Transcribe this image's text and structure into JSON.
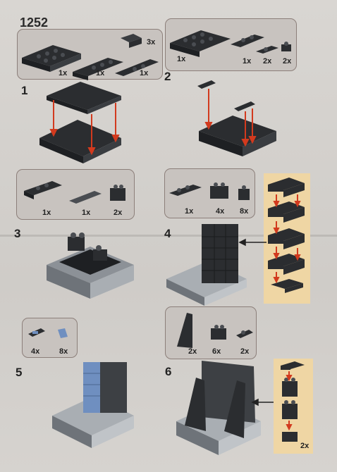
{
  "set_number": "1252",
  "steps": [
    {
      "number": "1",
      "parts": [
        {
          "qty": "3x"
        },
        {
          "qty": "1x"
        },
        {
          "qty": "1x"
        },
        {
          "qty": "1x"
        }
      ]
    },
    {
      "number": "2",
      "parts": [
        {
          "qty": "1x"
        },
        {
          "qty": "1x"
        },
        {
          "qty": "2x"
        },
        {
          "qty": "2x"
        }
      ]
    },
    {
      "number": "3",
      "parts": [
        {
          "qty": "1x"
        },
        {
          "qty": "1x"
        },
        {
          "qty": "2x"
        }
      ]
    },
    {
      "number": "4",
      "parts": [
        {
          "qty": "1x"
        },
        {
          "qty": "4x"
        },
        {
          "qty": "8x"
        }
      ]
    },
    {
      "number": "5",
      "parts": [
        {
          "qty": "4x"
        },
        {
          "qty": "8x"
        }
      ]
    },
    {
      "number": "6",
      "parts": [
        {
          "qty": "2x"
        },
        {
          "qty": "6x"
        },
        {
          "qty": "2x"
        }
      ],
      "subassembly_qty": "2x"
    }
  ],
  "colors": {
    "brick": "#2b2d30",
    "brick_light": "#4a4d52",
    "grey": "#9aa0a6",
    "arrow": "#d23a1e",
    "blue": "#6f8fc0",
    "strip": "#efd6a4"
  }
}
